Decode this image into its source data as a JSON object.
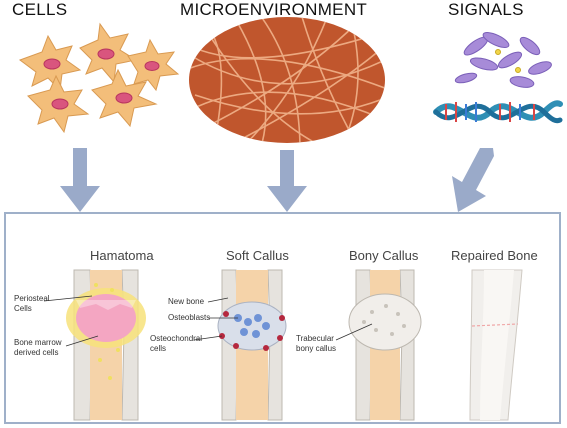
{
  "top": {
    "cells": "CELLS",
    "microenvironment": "MICROENVIRONMENT",
    "signals": "SIGNALS"
  },
  "stages": {
    "hematoma": {
      "title": "Hamatoma",
      "label_periosteal_1": "Periosteal",
      "label_periosteal_2": "Cells",
      "label_marrow_1": "Bone marrow",
      "label_marrow_2": "derived cells"
    },
    "soft_callus": {
      "title": "Soft Callus",
      "label_new_bone": "New bone",
      "label_osteoblasts": "Osteoblasts",
      "label_osteochondral_1": "Osteochondral",
      "label_osteochondral_2": "cells"
    },
    "bony_callus": {
      "title": "Bony Callus",
      "label_trabecular_1": "Trabecular",
      "label_trabecular_2": "bony callus"
    },
    "repaired_bone": {
      "title": "Repaired Bone"
    }
  },
  "colors": {
    "arrow": "#9aaac9",
    "panel_border": "#9fb0c9",
    "cell_body": "#f3be7a",
    "cell_nucleus": "#d9557e",
    "micro_bg": "#c0562d",
    "micro_fiber": "#f1b38b",
    "bone_shell": "#e6e3de",
    "marrow": "#f5d3a9",
    "hematoma_pink": "#f4a6c2",
    "hematoma_yellow": "#f7e27a",
    "osteoblast_blue": "#6f93d6",
    "chondral_red": "#b5283e",
    "dna_teal": "#2f8fb5",
    "protein_purple": "#a78bd8"
  }
}
